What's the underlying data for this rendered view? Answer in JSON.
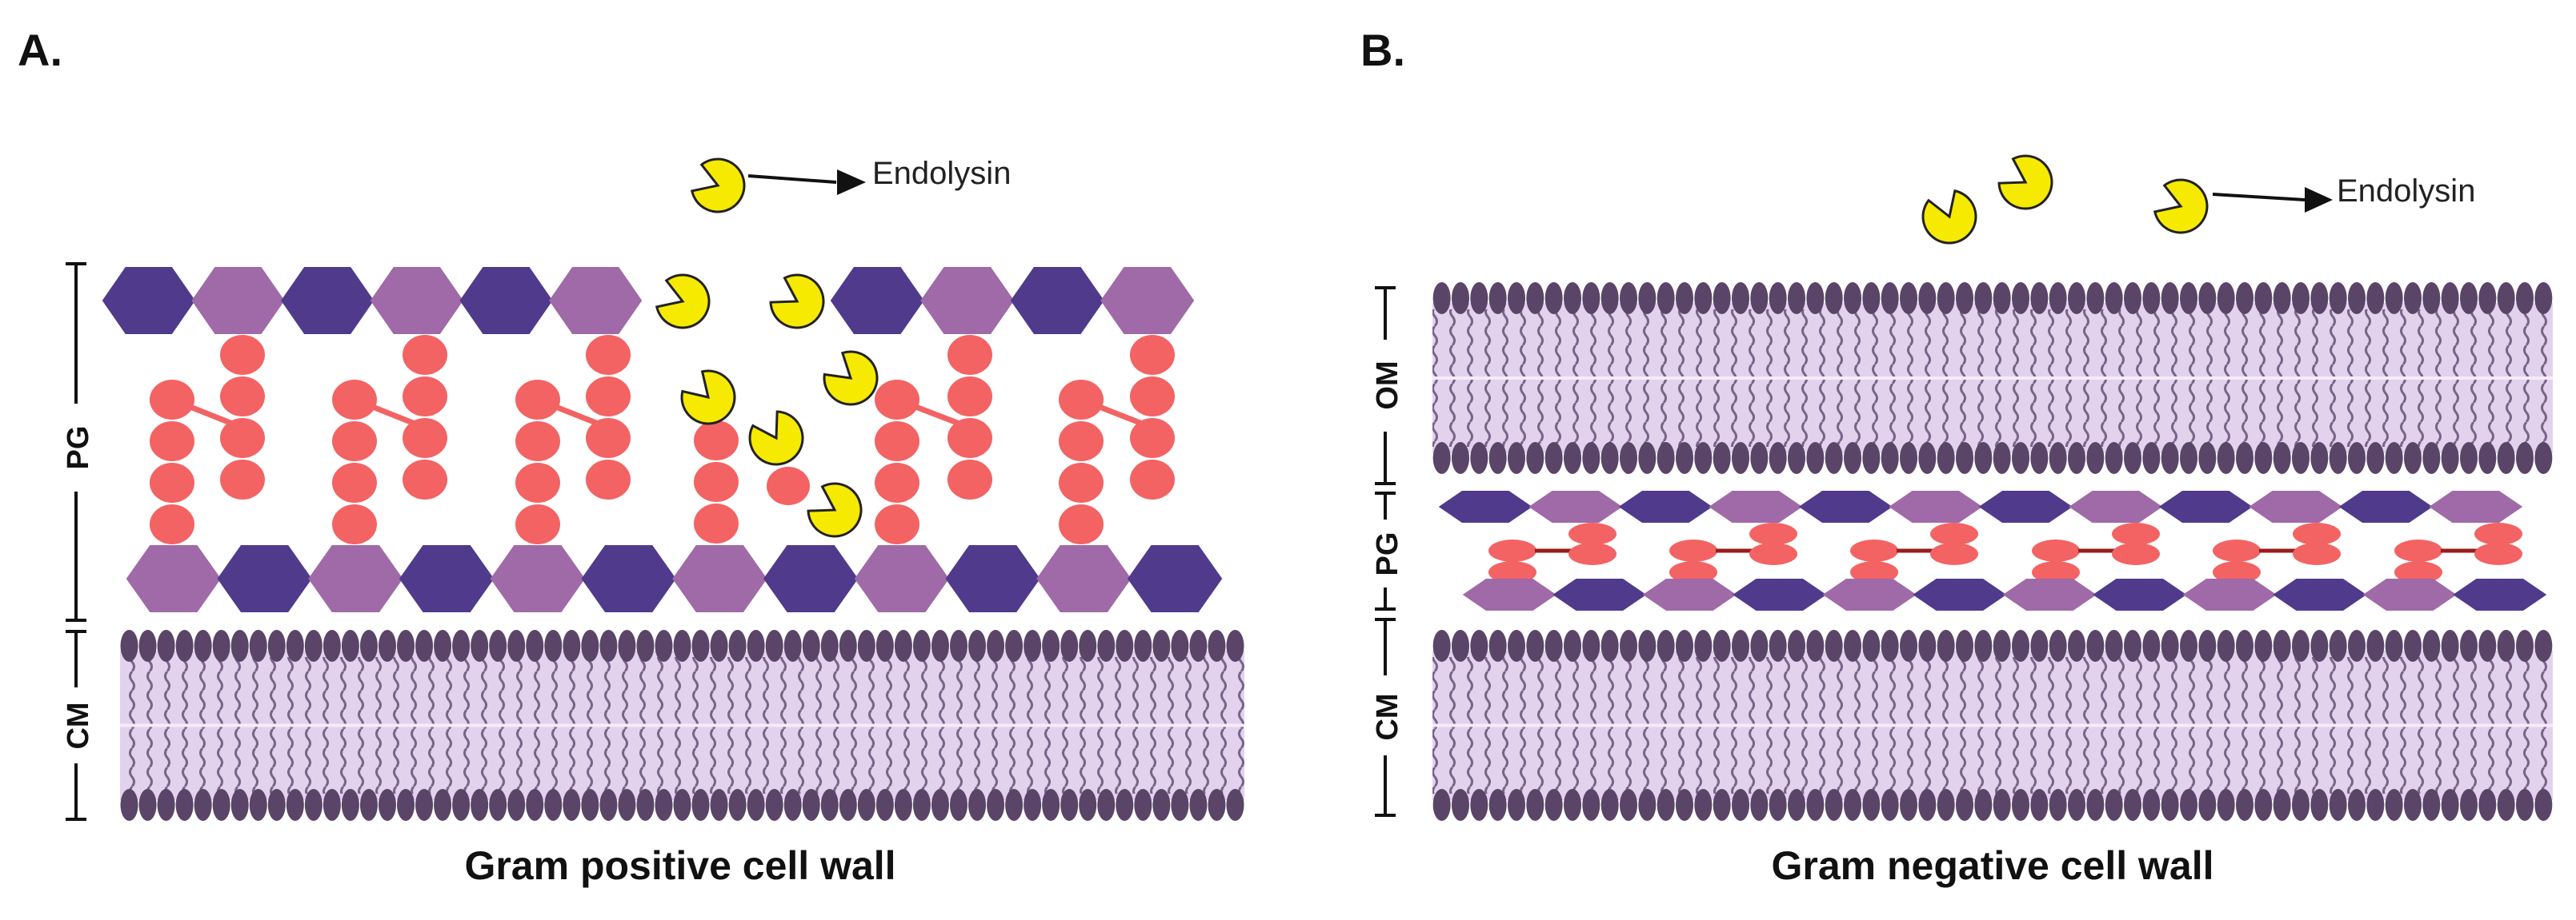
{
  "colors": {
    "dark_hexagon": "#4f3a8c",
    "light_hexagon": "#a06aa8",
    "peptide_bead": "#f36363",
    "enzyme": "#f6ea00",
    "membrane_head": "#5a4468",
    "membrane_core": "#e3d2ee",
    "membrane_tail": "#7a6488"
  },
  "panel_a": {
    "letter": "A.",
    "caption": "Gram positive cell wall",
    "enzyme_label": "Endolysin",
    "layer_labels": {
      "pg": "PG",
      "cm": "CM"
    },
    "enzyme_icon": "pacman-enzyme-icon"
  },
  "panel_b": {
    "letter": "B.",
    "caption": "Gram negative cell wall",
    "enzyme_label": "Endolysin",
    "layer_labels": {
      "om": "OM",
      "pg": "PG",
      "cm": "CM"
    },
    "enzyme_icon": "pacman-enzyme-icon"
  }
}
